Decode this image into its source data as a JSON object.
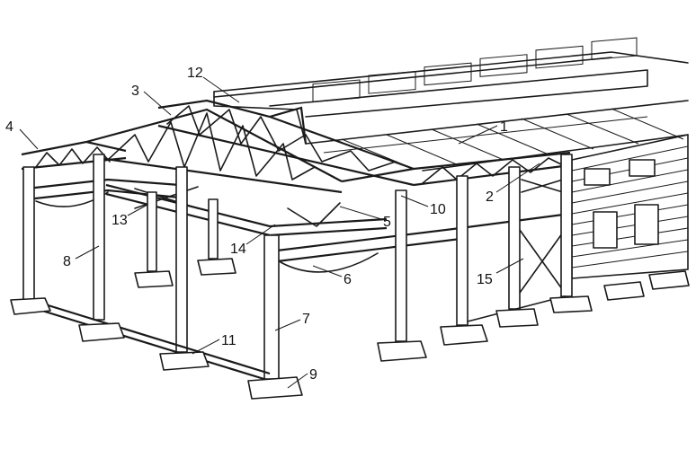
{
  "callouts": [
    {
      "id": "c1",
      "text": "1"
    },
    {
      "id": "c2",
      "text": "2"
    },
    {
      "id": "c3",
      "text": "3"
    },
    {
      "id": "c4",
      "text": "4"
    },
    {
      "id": "c5",
      "text": "5"
    },
    {
      "id": "c6",
      "text": "6"
    },
    {
      "id": "c7",
      "text": "7"
    },
    {
      "id": "c8",
      "text": "8"
    },
    {
      "id": "c9",
      "text": "9"
    },
    {
      "id": "c10",
      "text": "10"
    },
    {
      "id": "c11",
      "text": "11"
    },
    {
      "id": "c12",
      "text": "12"
    },
    {
      "id": "c13",
      "text": "13"
    },
    {
      "id": "c14",
      "text": "14"
    },
    {
      "id": "c15",
      "text": "15"
    }
  ],
  "colors": {
    "ink": "#1a1a1a",
    "paper": "#ffffff"
  }
}
